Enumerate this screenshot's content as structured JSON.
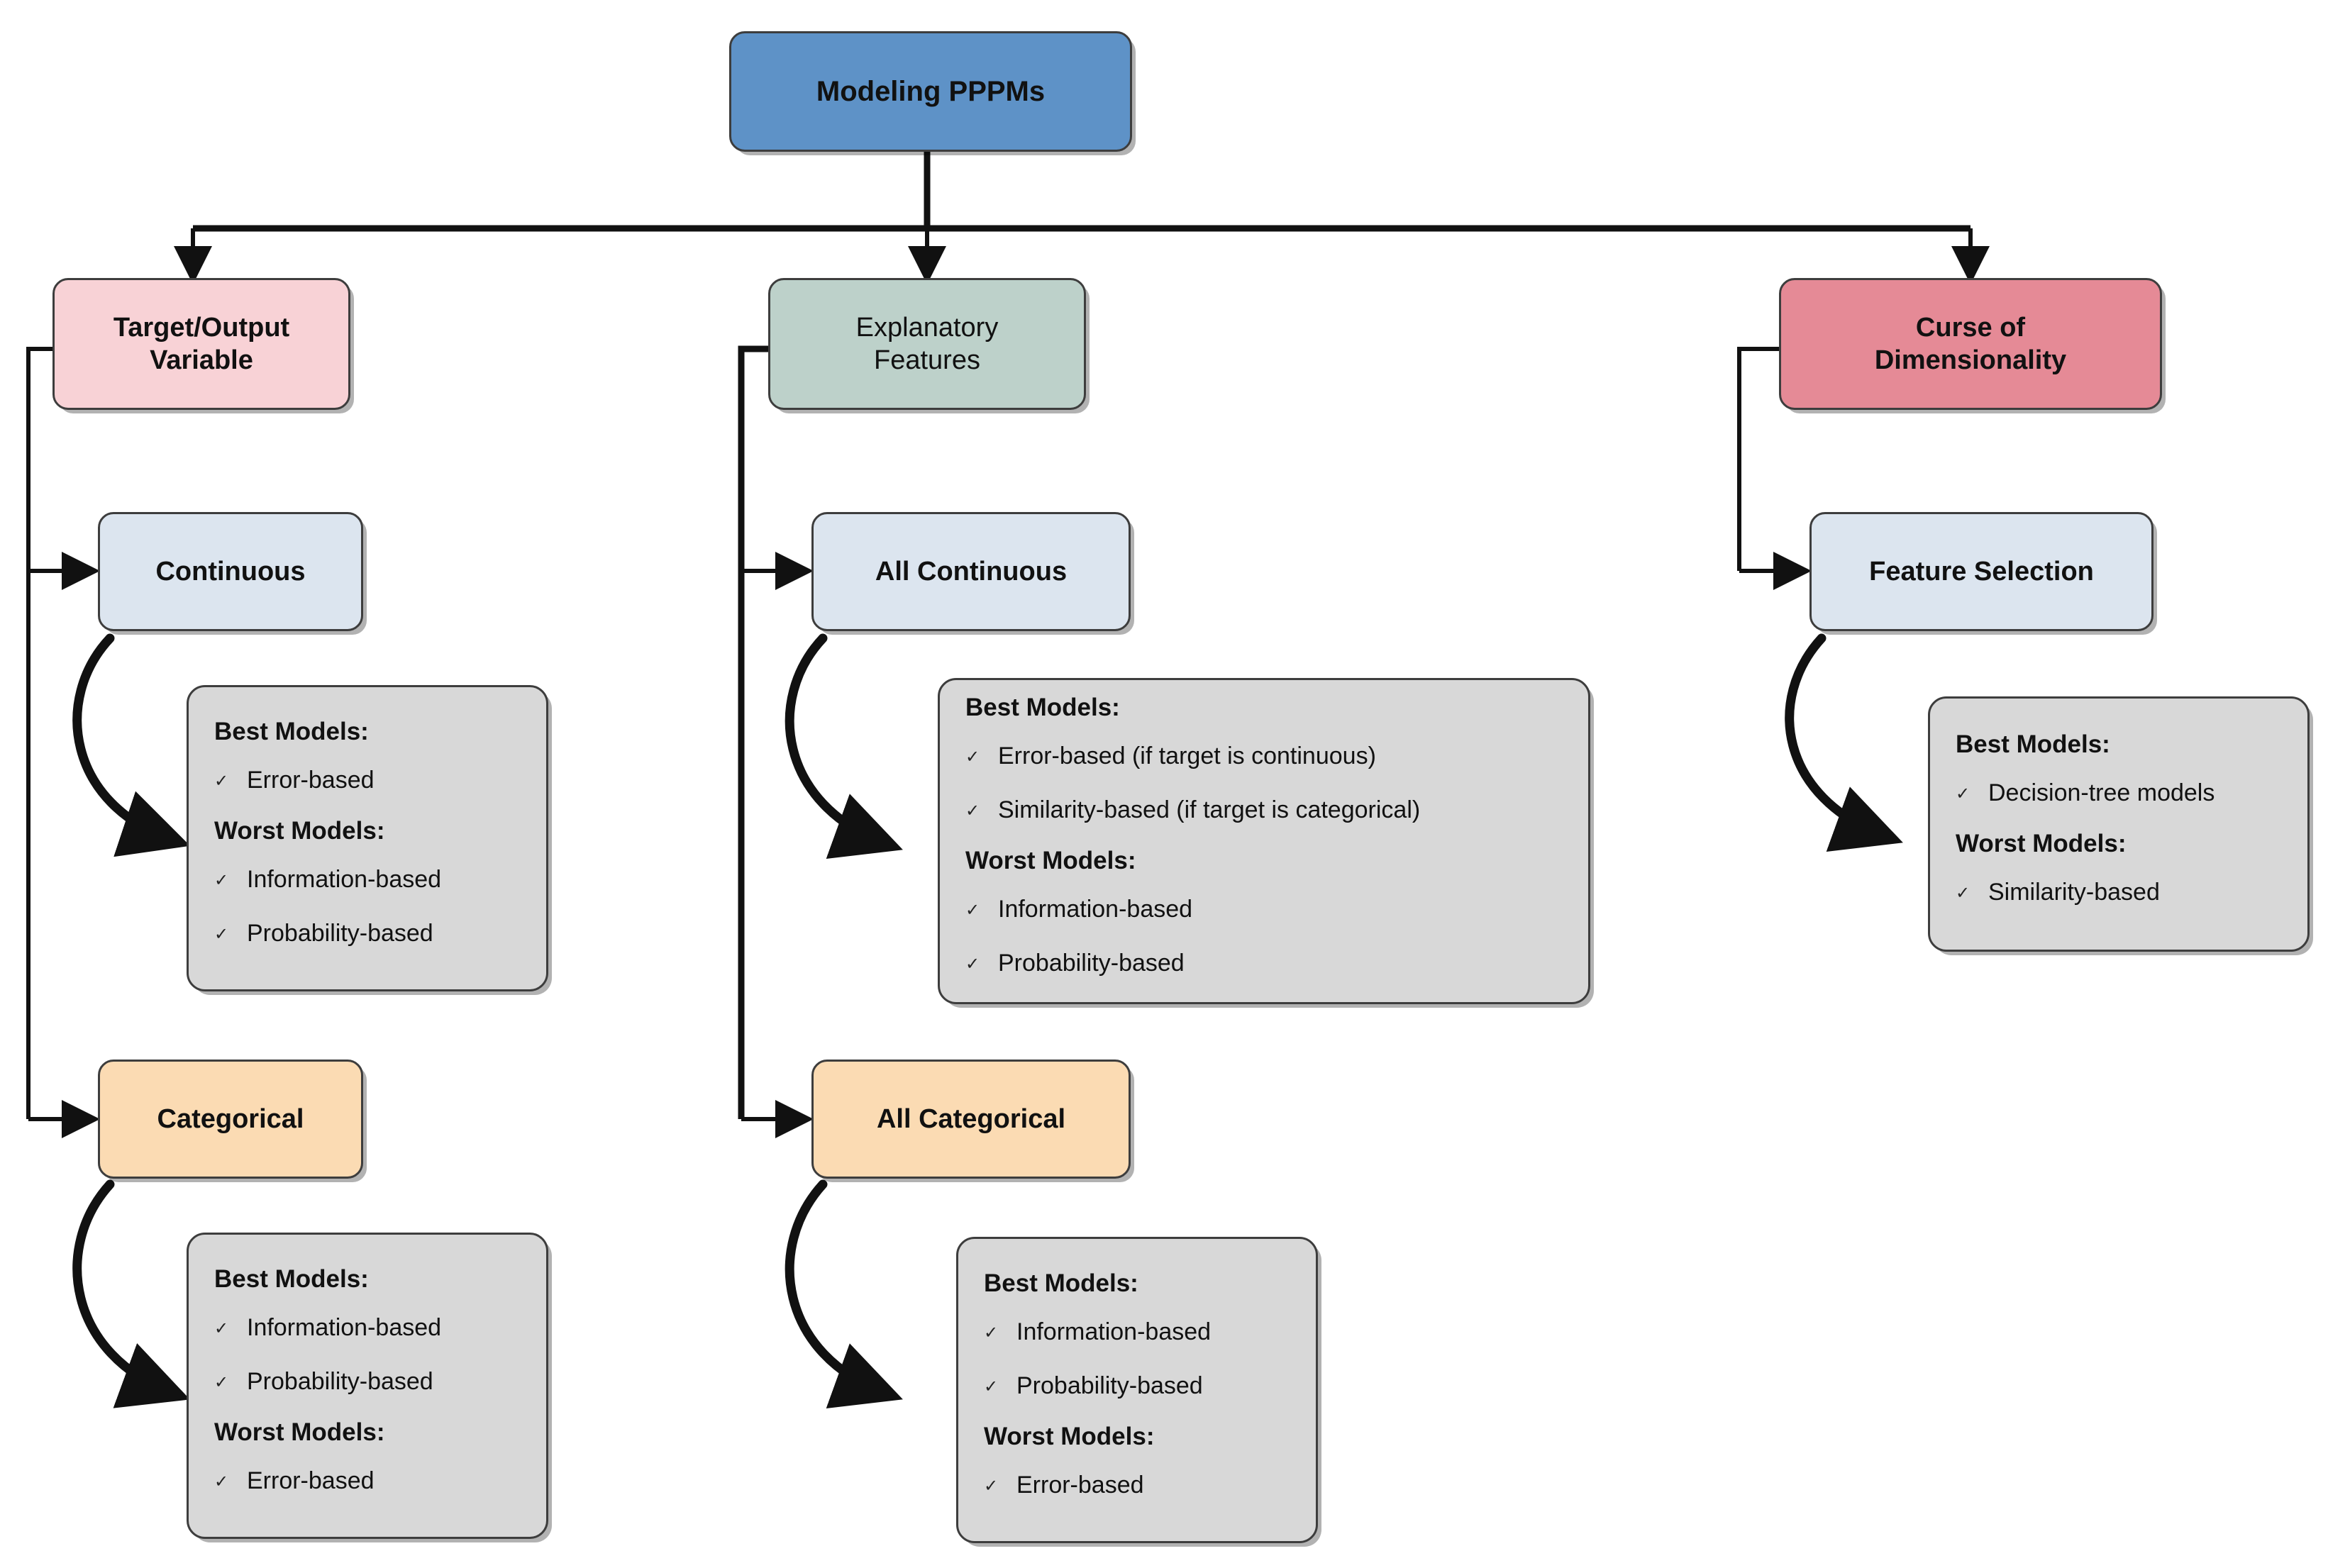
{
  "diagram": {
    "title": "Modeling PPPMs",
    "bullet_glyph": "✓",
    "colors": {
      "root": "#5E92C7",
      "target_variable": "#F8D2D6",
      "explanatory_features": "#BDD1CA",
      "curse_of_dimensionality": "#E58A96",
      "continuous": "#DCE5EF",
      "categorical": "#FBDBB3",
      "detail_box": "#D8D8D8",
      "stroke": "#3d3d3d"
    },
    "root": {
      "label": "Modeling PPPMs"
    },
    "branches": [
      {
        "label": "Target/Output\nVariable",
        "line1": "Target/Output",
        "line2": "Variable",
        "children": [
          {
            "label": "Continuous",
            "detail": {
              "best_header": "Best Models:",
              "best": [
                "Error-based"
              ],
              "worst_header": "Worst Models:",
              "worst": [
                "Information-based",
                "Probability-based"
              ]
            }
          },
          {
            "label": "Categorical",
            "detail": {
              "best_header": "Best Models:",
              "best": [
                "Information-based",
                "Probability-based"
              ],
              "worst_header": "Worst Models:",
              "worst": [
                "Error-based"
              ]
            }
          }
        ]
      },
      {
        "label": "Explanatory\nFeatures",
        "line1": "Explanatory",
        "line2": "Features",
        "children": [
          {
            "label": "All Continuous",
            "detail": {
              "best_header": "Best Models:",
              "best": [
                "Error-based (if target is continuous)",
                "Similarity-based (if target is categorical)"
              ],
              "worst_header": "Worst Models:",
              "worst": [
                "Information-based",
                "Probability-based"
              ]
            }
          },
          {
            "label": "All Categorical",
            "detail": {
              "best_header": "Best Models:",
              "best": [
                "Information-based",
                "Probability-based"
              ],
              "worst_header": "Worst Models:",
              "worst": [
                "Error-based"
              ]
            }
          }
        ]
      },
      {
        "label": "Curse of\nDimensionality",
        "line1": "Curse of",
        "line2": "Dimensionality",
        "children": [
          {
            "label": "Feature Selection",
            "detail": {
              "best_header": "Best Models:",
              "best": [
                "Decision-tree models"
              ],
              "worst_header": "Worst Models:",
              "worst": [
                "Similarity-based"
              ]
            }
          }
        ]
      }
    ]
  }
}
